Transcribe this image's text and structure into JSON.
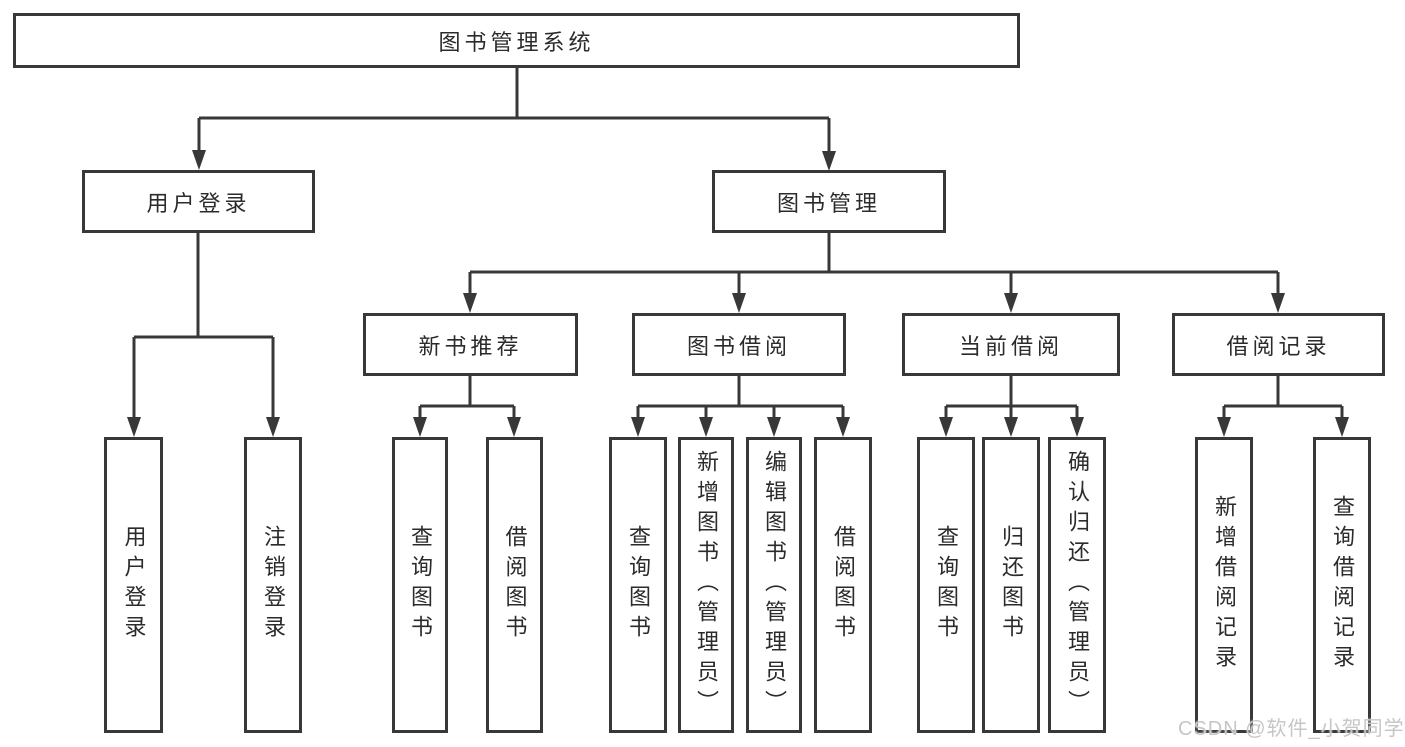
{
  "diagram_title": "图书管理系统",
  "colors": {
    "line": "#383838",
    "text": "#2b2b2b",
    "watermark": "#c6c6c6",
    "background": "#ffffff"
  },
  "nodes": {
    "root": "图书管理系统",
    "level1": {
      "user_login": "用户登录",
      "book_mgmt": "图书管理"
    },
    "level2": {
      "new_books": "新书推荐",
      "book_borrow": "图书借阅",
      "current_borrow": "当前借阅",
      "borrow_records": "借阅记录"
    },
    "leaves": {
      "ul_login": "用户登录",
      "ul_logout": "注销登录",
      "nb_query": "查询图书",
      "nb_borrow": "借阅图书",
      "bb_query": "查询图书",
      "bb_add": "新增图书（管理员）",
      "bb_edit": "编辑图书（管理员）",
      "bb_borrow": "借阅图书",
      "cb_query": "查询图书",
      "cb_return": "归还图书",
      "cb_confirm": "确认归还（管理员）",
      "br_add": "新增借阅记录",
      "br_query": "查询借阅记录"
    }
  },
  "watermark": "CSDN @软件_小贺同学"
}
